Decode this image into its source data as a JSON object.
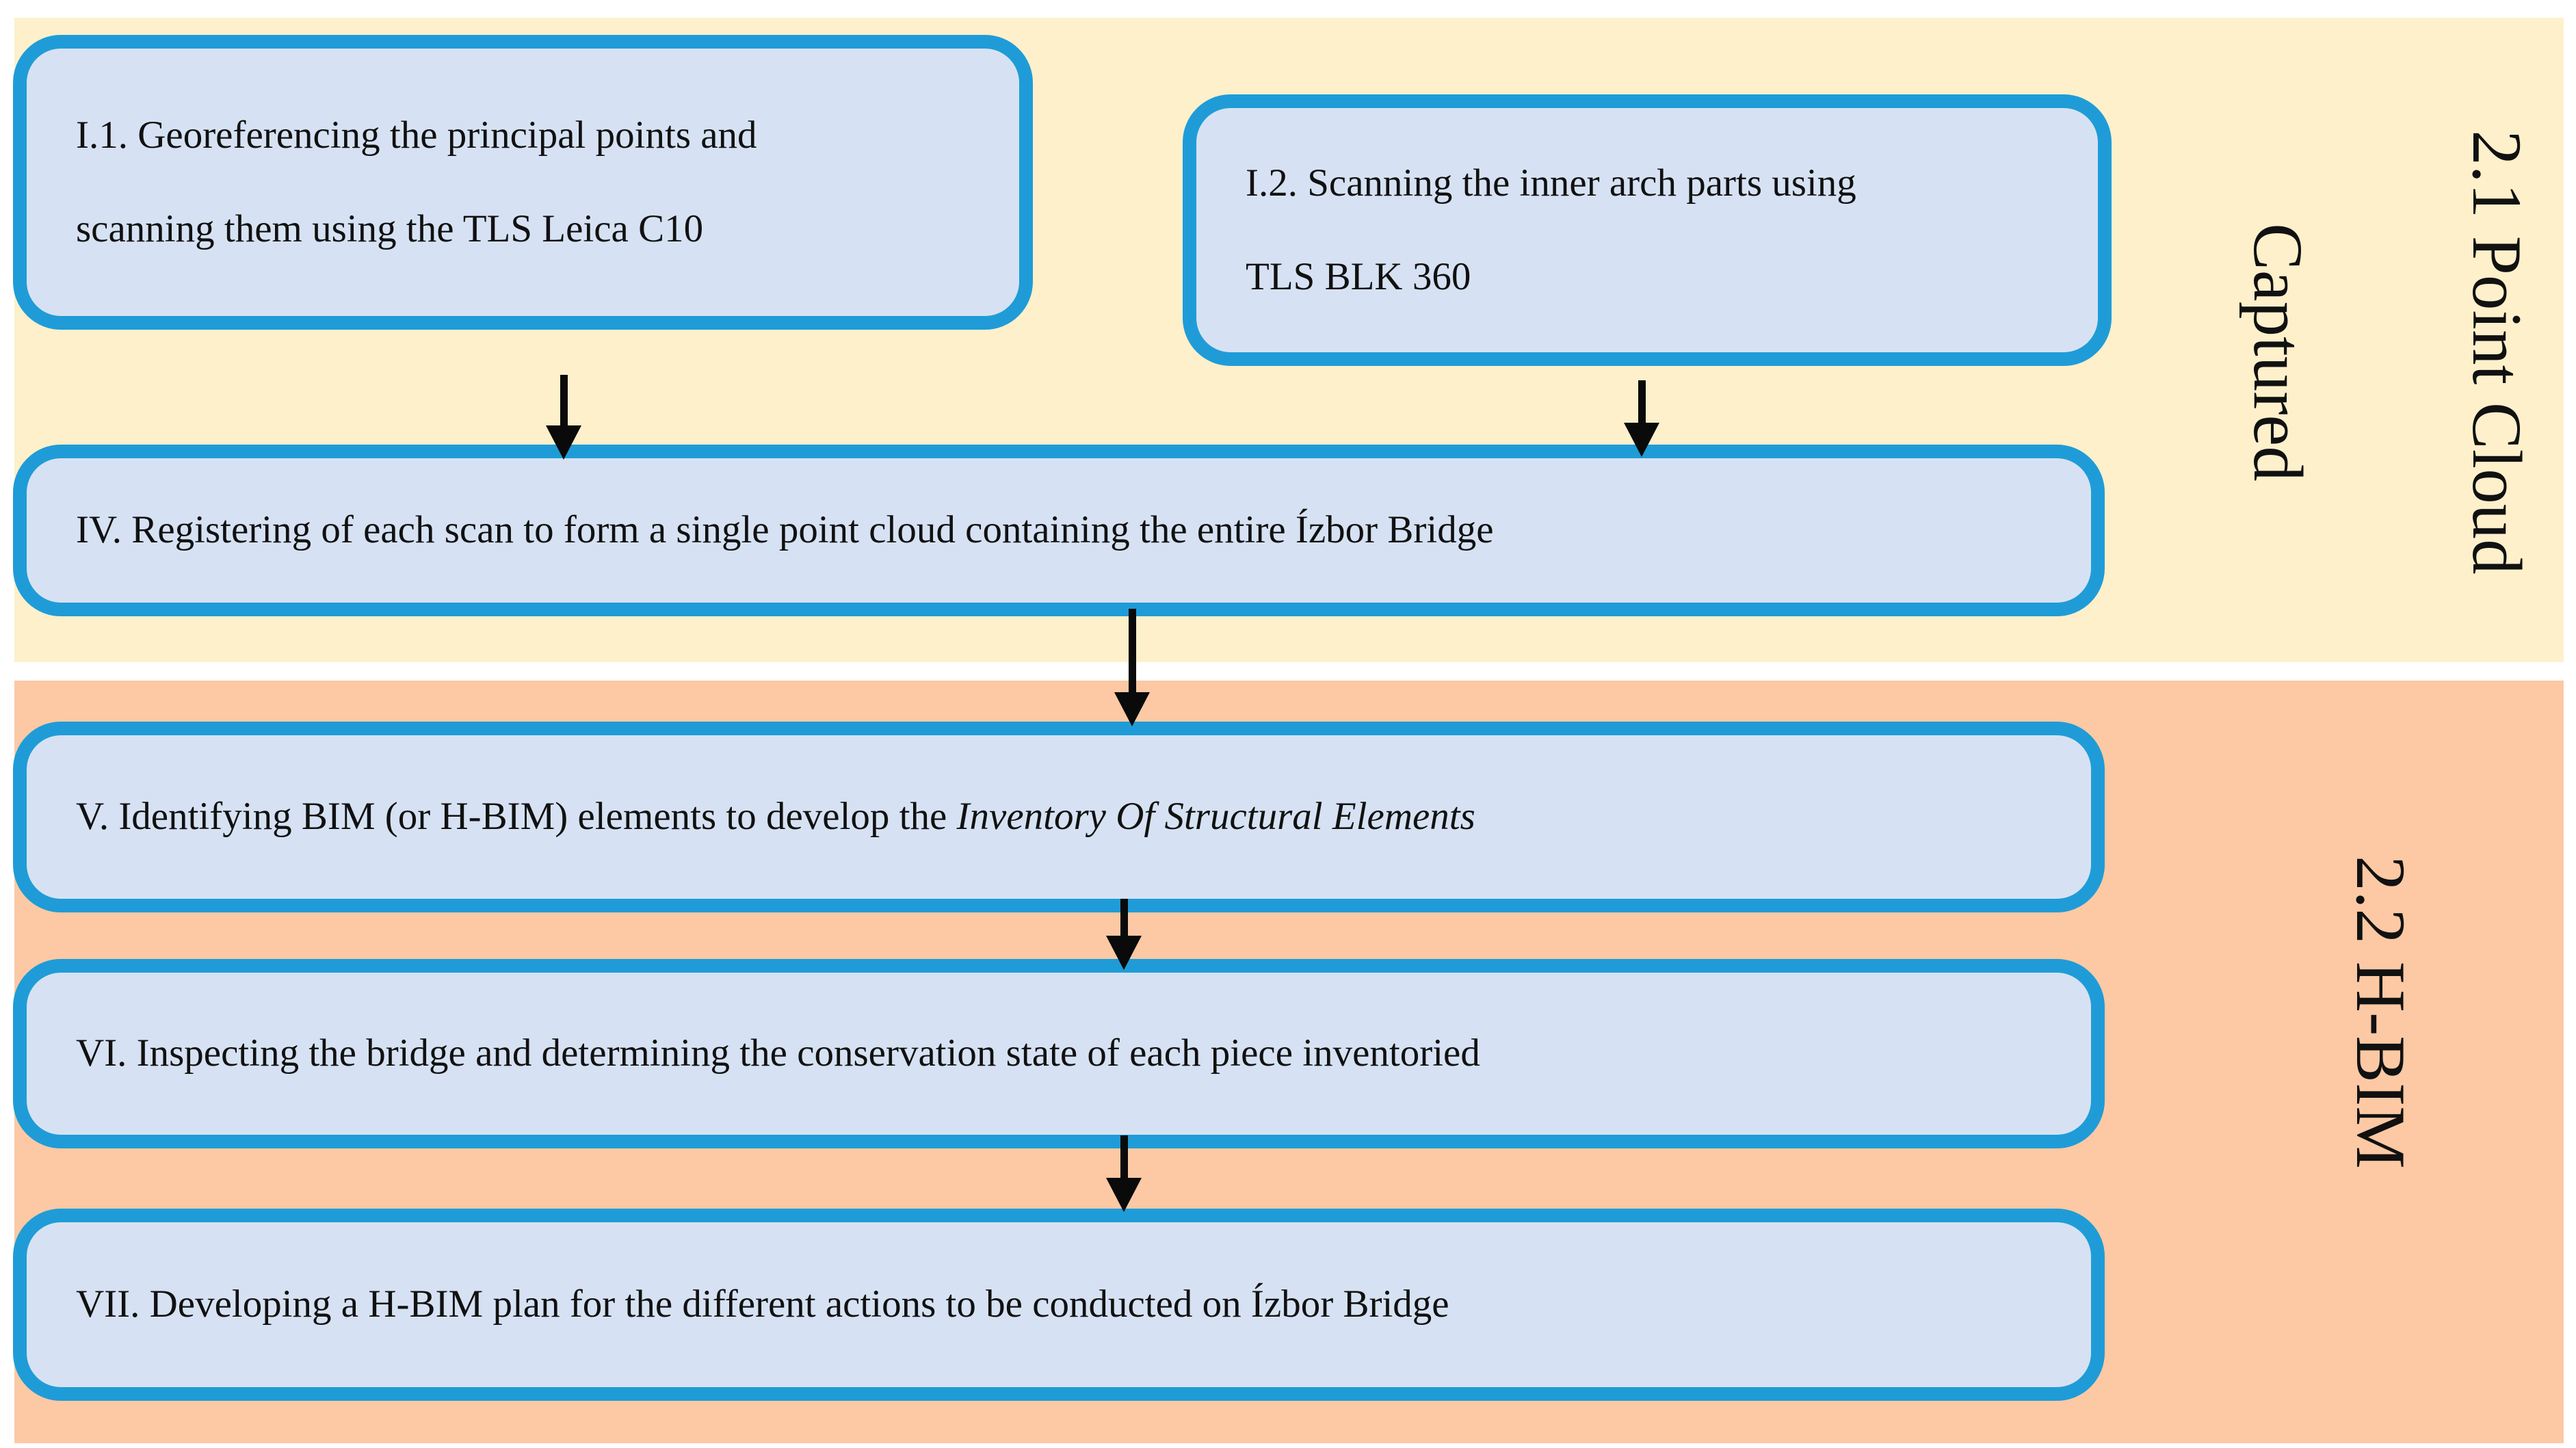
{
  "colors": {
    "page-bg": "#ffffff",
    "section1-bg": "#FDF0CB",
    "section2-bg": "#FCC9A4",
    "box-border": "#1F9CD7",
    "box-fill": "#D6E2F3",
    "arrow": "#0a0a0a",
    "text": "#111111"
  },
  "sections": [
    {
      "name": "point-cloud-captured",
      "label_lines": [
        "2.1 Point Cloud",
        "Captured"
      ]
    },
    {
      "name": "h-bim",
      "label_lines": [
        "2.2 H-BIM"
      ]
    }
  ],
  "boxes": [
    {
      "id": "i1",
      "lines": [
        "I.1. Georeferencing the principal points and",
        "scanning them using the TLS Leica C10"
      ]
    },
    {
      "id": "i2",
      "lines": [
        "I.2. Scanning the inner arch parts using",
        "TLS BLK 360"
      ]
    },
    {
      "id": "iv",
      "lines": [
        "IV. Registering of each scan to form a single point cloud containing the entire Ízbor Bridge"
      ]
    },
    {
      "id": "v",
      "text_prefix": "V. Identifying BIM (or H-BIM) elements to develop the ",
      "text_italic": "Inventory Of Structural Elements"
    },
    {
      "id": "vi",
      "lines": [
        "VI. Inspecting the bridge and determining the conservation state of each piece inventoried"
      ]
    },
    {
      "id": "vii",
      "lines": [
        "VII. Developing a H-BIM plan for the different actions to be conducted on Ízbor Bridge"
      ]
    }
  ]
}
